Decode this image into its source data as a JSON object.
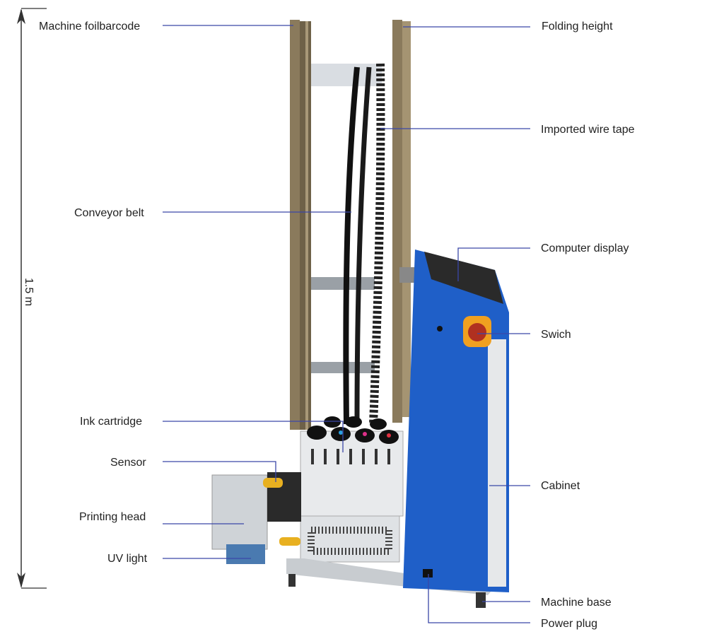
{
  "height_label": "1.5 m",
  "labels": {
    "machine_foilbarcode": "Machine foilbarcode",
    "folding_height": "Folding height",
    "imported_wire_tape": "Imported wire tape",
    "conveyor_belt": "Conveyor belt",
    "computer_display": "Computer display",
    "swich": "Swich",
    "ink_cartridge": "Ink cartridge",
    "sensor": "Sensor",
    "cabinet": "Cabinet",
    "printing_head": "Printing head",
    "uv_light": "UV light",
    "machine_base": "Machine base",
    "power_plug": "Power plug"
  },
  "colors": {
    "leader_line": "#3b47a8",
    "cabinet_blue": "#1f5fc8",
    "frame_bronze": "#8a7a5c",
    "switch_orange": "#f0a020"
  }
}
